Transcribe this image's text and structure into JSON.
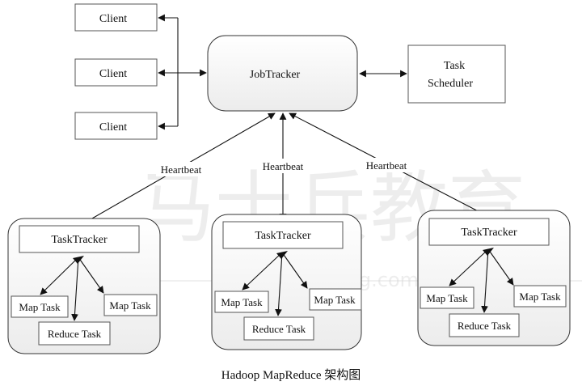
{
  "diagram": {
    "clients": [
      "Client",
      "Client",
      "Client"
    ],
    "jobtracker": "JobTracker",
    "scheduler": [
      "Task",
      "Scheduler"
    ],
    "heartbeat": "Heartbeat",
    "tasktracker": "TaskTracker",
    "map_task": "Map Task",
    "reduce_task": "Reduce Task",
    "caption": "Hadoop MapReduce 架构图"
  },
  "watermark": {
    "text": "马士兵教育",
    "url": "www.mashibing.com"
  }
}
